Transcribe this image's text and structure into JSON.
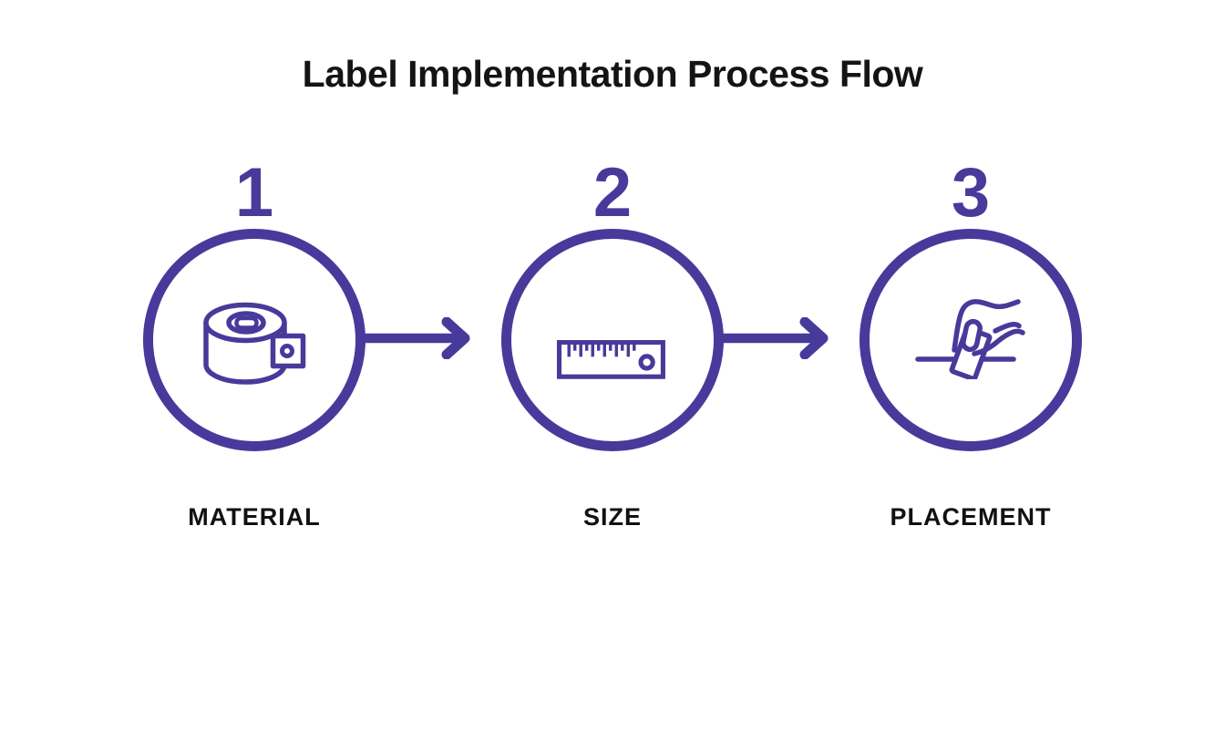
{
  "title": "Label Implementation Process Flow",
  "colors": {
    "accent": "#473A9B",
    "title_text": "#141414",
    "label_text": "#111111",
    "background": "#ffffff"
  },
  "steps": [
    {
      "number": "1",
      "label": "MATERIAL",
      "icon": "label-roll-icon"
    },
    {
      "number": "2",
      "label": "SIZE",
      "icon": "ruler-icon"
    },
    {
      "number": "3",
      "label": "PLACEMENT",
      "icon": "hand-placing-label-icon"
    }
  ],
  "connectors": [
    {
      "icon": "arrow-right-icon"
    },
    {
      "icon": "arrow-right-icon"
    }
  ]
}
